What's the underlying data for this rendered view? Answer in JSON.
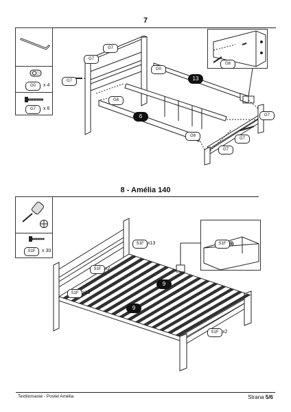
{
  "step7": {
    "number": "7",
    "parts": [
      {
        "code": "G0",
        "qty": "x 4"
      },
      {
        "code": "G7",
        "qty": "x 6"
      }
    ],
    "callouts": {
      "g7": "G7",
      "g0": "G0",
      "g8": "G8",
      "g8b": "G8",
      "g8c": "G8"
    },
    "badges": {
      "b13": "13",
      "b6": "6"
    }
  },
  "step8": {
    "title": "8 - Amélia 140",
    "parts": [
      {
        "code": "S1F",
        "qty": "x 30"
      }
    ],
    "callouts": {
      "s1f": "S1F",
      "x13": "x13",
      "x2": "x2"
    },
    "badges": {
      "b9": "9"
    }
  },
  "footer": {
    "left": "Textilomanie - Postel Amélia",
    "page_label": "Strana",
    "page_value": "5/6"
  }
}
